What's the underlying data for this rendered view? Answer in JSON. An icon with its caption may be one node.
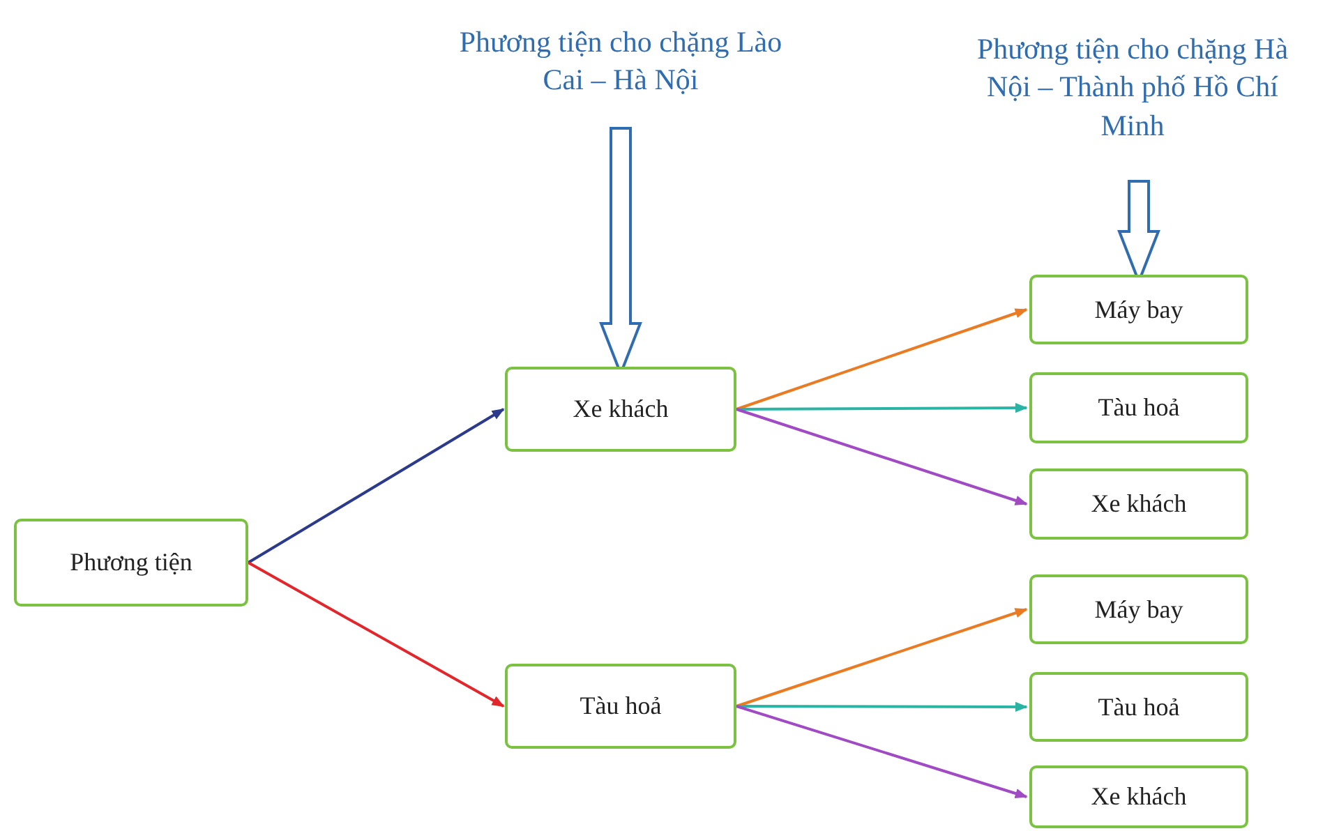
{
  "diagram": {
    "nodes": [
      {
        "text": [
          "Phương tiện cho chặng Lào Cai – Hà Nội"
        ]
      },
      {
        "text": [
          "Phương tiện cho chặng Hà Nội – Thành phố Hồ Chí Minh"
        ]
      },
      {
        "text": [
          "Phương tiện"
        ]
      },
      {
        "text": [
          "Xe khách"
        ]
      },
      {
        "text": [
          "Tàu hoả"
        ]
      },
      {
        "text": [
          "Máy bay"
        ]
      },
      {
        "text": [
          "Tàu hoả"
        ]
      },
      {
        "text": [
          "Xe khách"
        ]
      },
      {
        "text": [
          "Máy bay"
        ]
      },
      {
        "text": [
          "Tàu hoả"
        ]
      },
      {
        "text": [
          "Xe khách"
        ]
      }
    ],
    "edges": [
      {
        "from": 0,
        "to": 3,
        "arrow": "to",
        "style": "thick",
        "color": "#2f6db0"
      },
      {
        "from": 1,
        "to": 5,
        "arrow": "to",
        "style": "thick",
        "color": "#2f6db0"
      },
      {
        "from": 2,
        "to": 3,
        "arrow": "to",
        "color": "#2b3a8c"
      },
      {
        "from": 2,
        "to": 4,
        "arrow": "to",
        "color": "#e2262b"
      },
      {
        "from": 3,
        "to": 5,
        "arrow": "to",
        "color": "#ea7b22"
      },
      {
        "from": 3,
        "to": 6,
        "arrow": "to",
        "color": "#2bb3a3"
      },
      {
        "from": 3,
        "to": 7,
        "arrow": "to",
        "color": "#a04bc4"
      },
      {
        "from": 4,
        "to": 8,
        "arrow": "to",
        "color": "#ea7b22"
      },
      {
        "from": 4,
        "to": 9,
        "arrow": "to",
        "color": "#2bb3a3"
      },
      {
        "from": 4,
        "to": 10,
        "arrow": "to",
        "color": "#a04bc4"
      }
    ]
  }
}
